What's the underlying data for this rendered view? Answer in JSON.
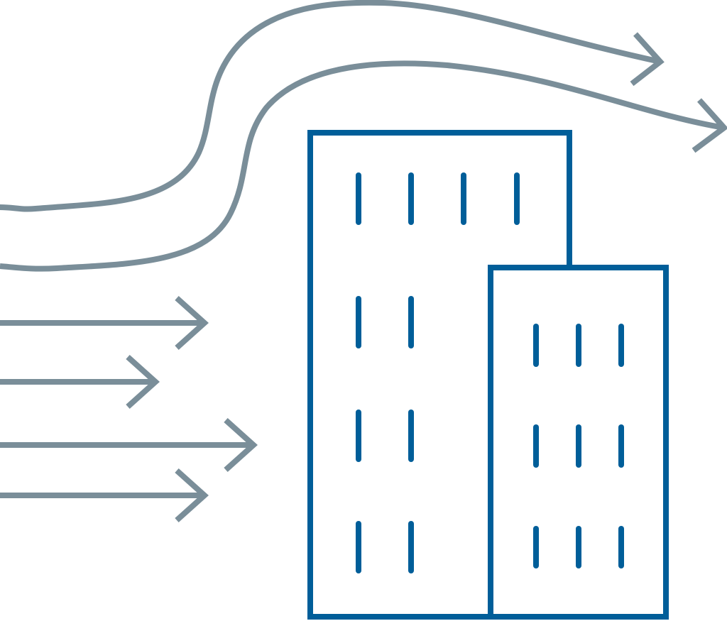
{
  "illustration": {
    "subject": "wind-flowing-around-buildings",
    "icons": [
      "wind-arrow-icon",
      "building-icon"
    ],
    "colors": {
      "wind": "#7a8e99",
      "building": "#005e99",
      "background": "#ffffff"
    },
    "straight_arrows": 4,
    "curved_arrows": 2,
    "tall_building_window_rows": 4,
    "short_building_window_rows": 3
  }
}
